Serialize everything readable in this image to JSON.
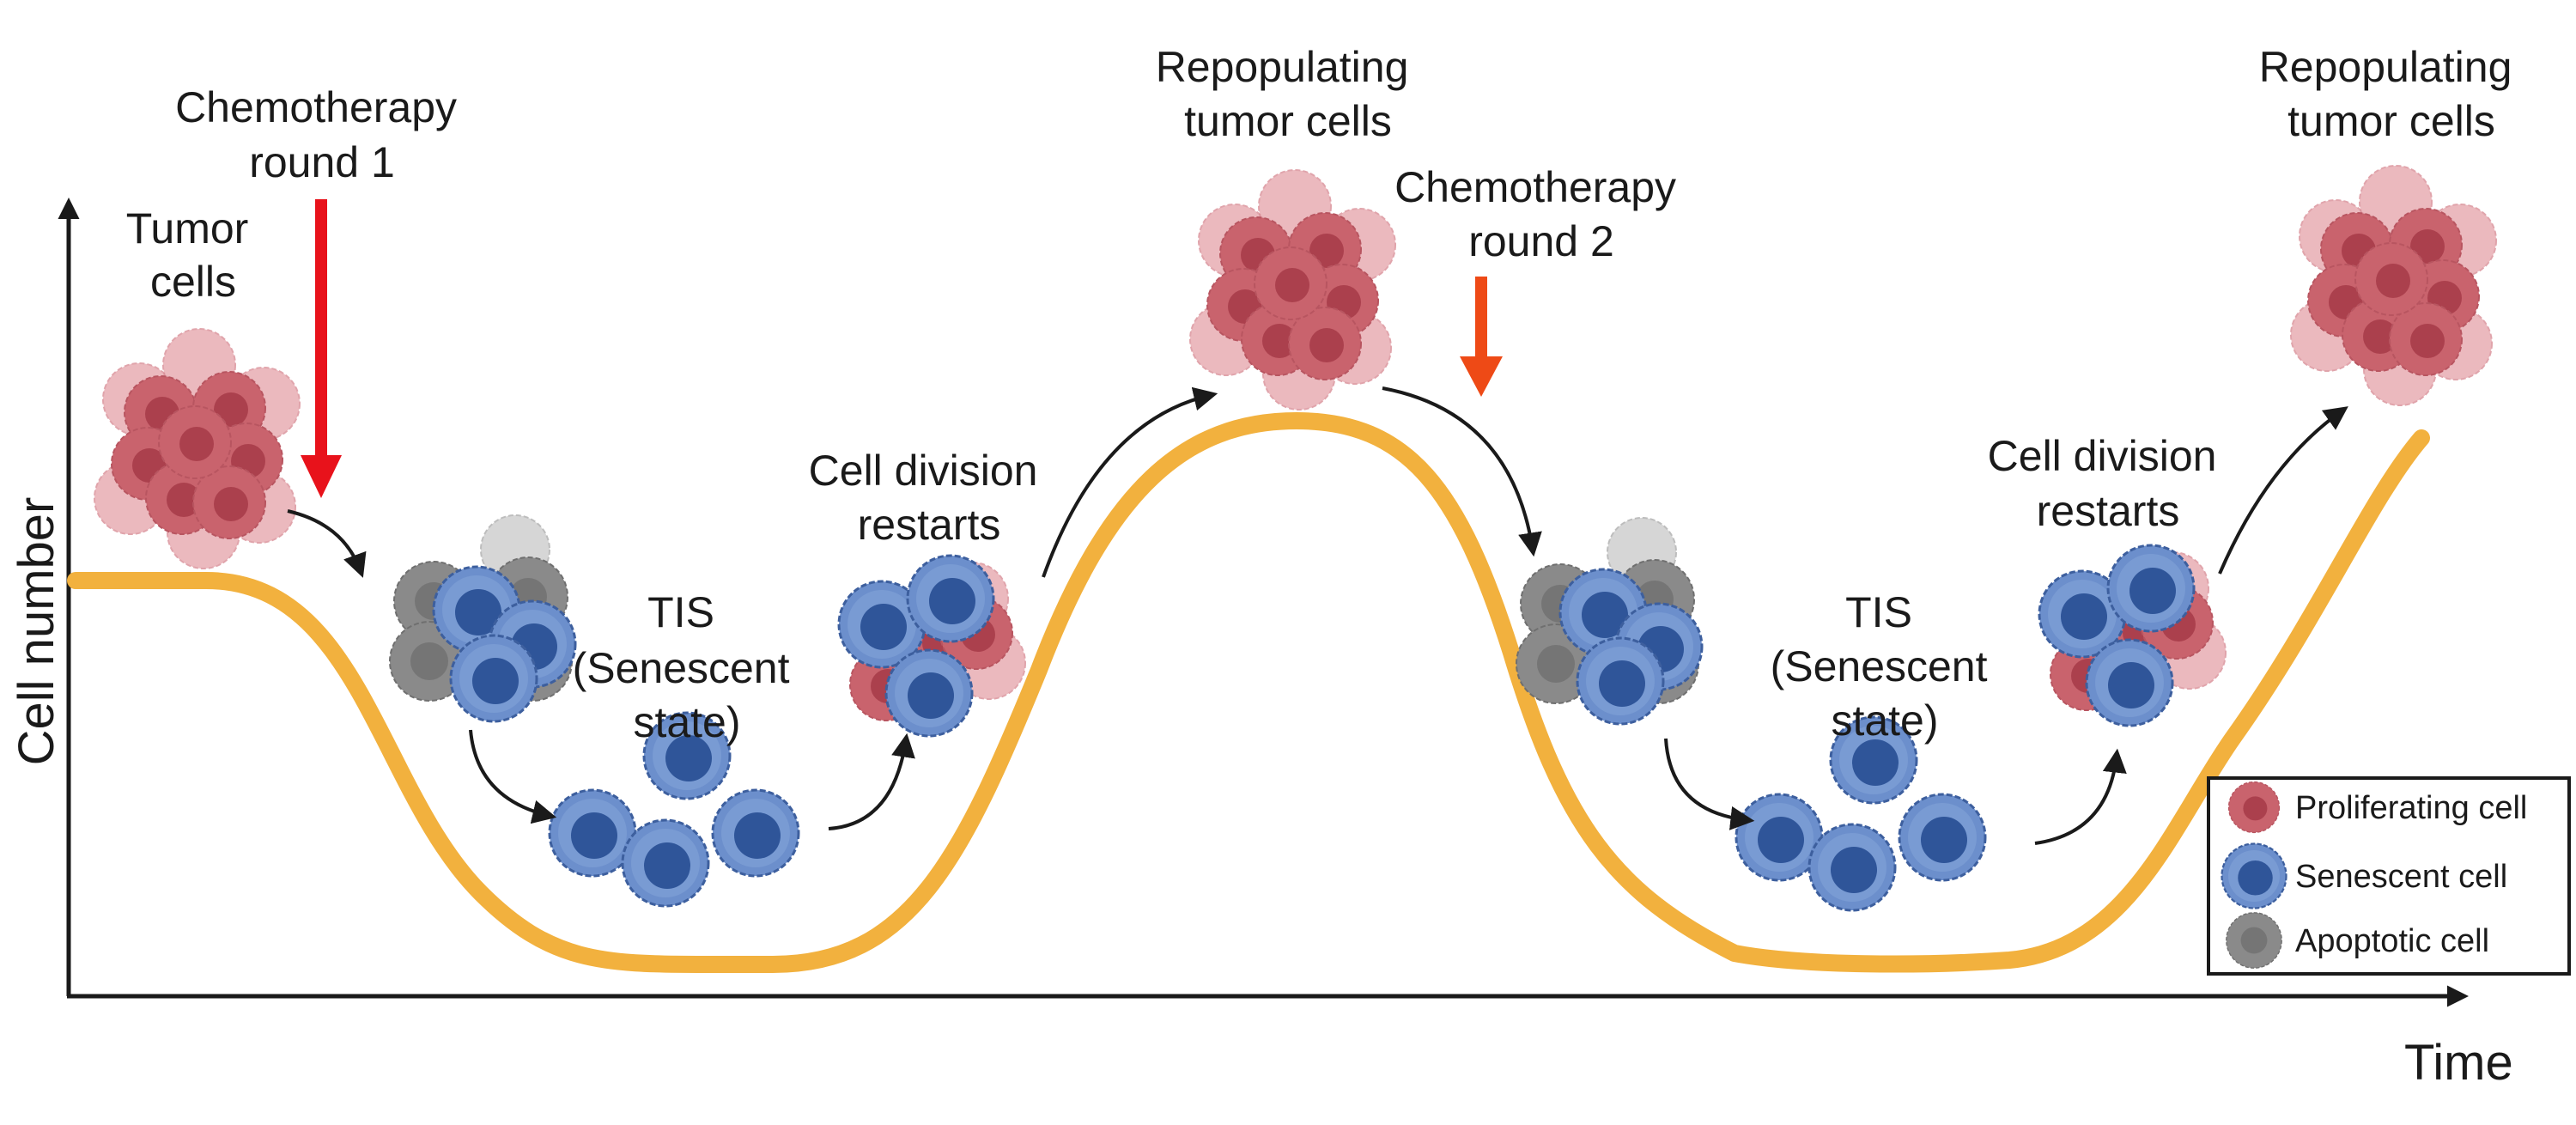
{
  "axes": {
    "y_label": "Cell number",
    "x_label": "Time"
  },
  "labels": {
    "tumor_cells": [
      "Tumor",
      "cells"
    ],
    "chemo_round_1": [
      "Chemotherapy",
      "round 1"
    ],
    "tis_1": [
      "TIS",
      "(Senescent",
      "state)"
    ],
    "division_restarts_1": [
      "Cell division",
      "restarts"
    ],
    "repopulating_1": [
      "Repopulating",
      "tumor cells"
    ],
    "chemo_round_2": [
      "Chemotherapy",
      "round 2"
    ],
    "tis_2": [
      "TIS",
      "(Senescent",
      "state)"
    ],
    "division_restarts_2": [
      "Cell division",
      "restarts"
    ],
    "repopulating_2": [
      "Repopulating",
      "tumor cells"
    ]
  },
  "legend": {
    "items": [
      {
        "label": "Proliferating cell",
        "icon": "proliferating-cell-icon"
      },
      {
        "label": "Senescent cell",
        "icon": "senescent-cell-icon"
      },
      {
        "label": "Apoptotic cell",
        "icon": "apoptotic-cell-icon"
      }
    ]
  },
  "colors": {
    "curve": "#F2B13E",
    "chemo_arrow_1": "#E8121B",
    "chemo_arrow_2": "#EE4A16",
    "proliferating": "#C9636D",
    "proliferating_nucleus": "#A63A48",
    "senescent": "#5B80BF",
    "senescent_nucleus": "#2F5599",
    "apoptotic": "#8A8A8A",
    "axis": "#1a1a1a"
  }
}
